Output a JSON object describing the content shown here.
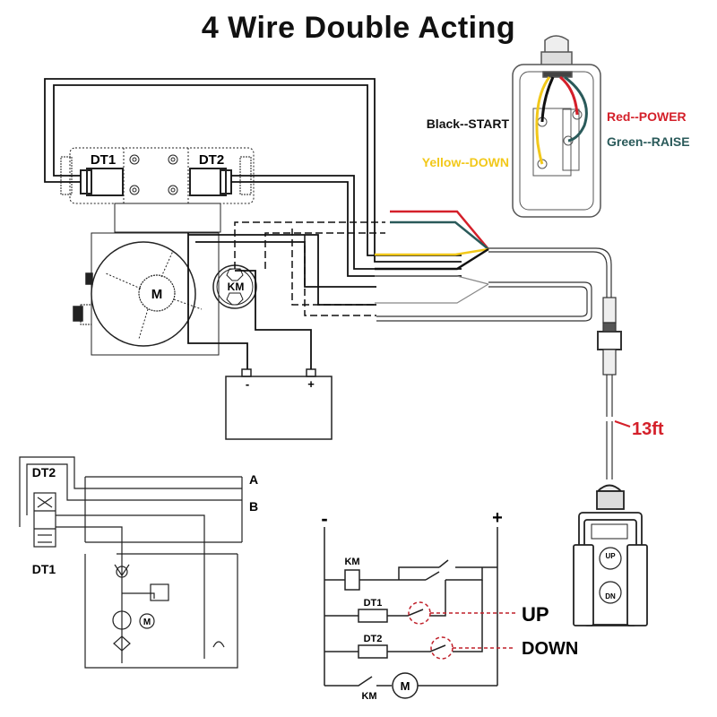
{
  "title": "4 Wire Double Acting",
  "switch_box": {
    "wires": [
      {
        "label": "Black--START",
        "color": "#111111"
      },
      {
        "label": "Red--POWER",
        "color": "#d4202a"
      },
      {
        "label": "Green--RAISE",
        "color": "#2a5a5a"
      },
      {
        "label": "Yellow--DOWN",
        "color": "#f2c81a"
      }
    ]
  },
  "power_unit": {
    "valve_coils": [
      "DT1",
      "DT2"
    ],
    "motor_label": "M",
    "solenoid_label": "KM",
    "battery": {
      "negative": "-",
      "positive": "+"
    }
  },
  "cable": {
    "length_label": "13ft",
    "length_color": "#d4202a"
  },
  "remote": {
    "up_label": "UP",
    "down_label": "DN"
  },
  "hydraulic_schematic": {
    "valve_top": "DT2",
    "valve_bottom": "DT1",
    "port_a": "A",
    "port_b": "B",
    "motor": "M"
  },
  "ladder_diagram": {
    "negative": "-",
    "positive": "+",
    "km_coil": "KM",
    "dt1": "DT1",
    "dt2": "DT2",
    "km_contact": "KM",
    "motor": "M",
    "up_label": "UP",
    "down_label": "DOWN",
    "button_color": "#c0202a"
  }
}
